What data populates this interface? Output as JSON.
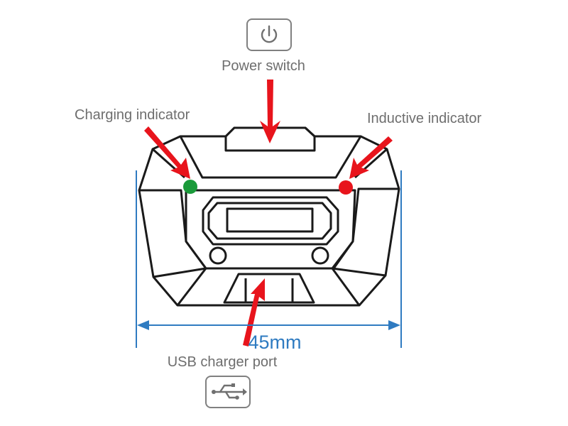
{
  "labels": {
    "power_switch": "Power switch",
    "charging_indicator": "Charging indicator",
    "inductive_indicator": "Inductive indicator",
    "usb_charger_port": "USB charger port",
    "width_dimension": "45mm"
  },
  "icons": {
    "power": "power-icon",
    "usb": "usb-icon"
  },
  "colors": {
    "arrow": "#e8141c",
    "charging_led": "#1a9a3a",
    "inductive_led": "#e8141c",
    "dimension": "#2f7bc1",
    "label_text": "#6e6e6e"
  }
}
